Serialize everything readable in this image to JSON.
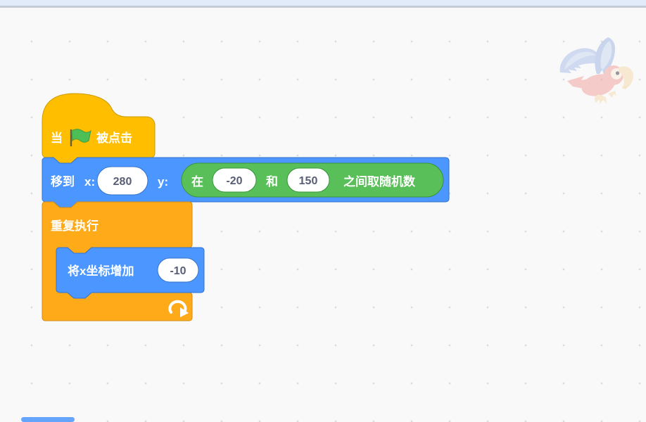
{
  "chrome": {
    "top_strip_color": "#e1ebfa",
    "top_line_color": "#c3cbd8",
    "scrollbar_color": "#4c97ff"
  },
  "workspace": {
    "background_color": "#f9f9f9",
    "dot_color": "#d9dcdf"
  },
  "colors": {
    "motion_fill": "#4c97ff",
    "motion_border": "#3373cc",
    "events_fill": "#ffbf00",
    "events_border": "#cc9900",
    "control_fill": "#ffab19",
    "control_border": "#cf8b17",
    "operators_fill": "#59c059",
    "operators_border": "#389438",
    "input_text": "#575e75",
    "flag_green": "#4cbf56"
  },
  "sprite": {
    "icon": "parrot-sprite"
  },
  "script": {
    "hat_block": {
      "label_before_flag": "当",
      "flag_icon": "green-flag-icon",
      "label_after_flag": "被点击"
    },
    "goto_block": {
      "label": "移到",
      "x_label": "x:",
      "x_value": "280",
      "y_label": "y:",
      "random_block": {
        "label_prefix": "在",
        "min_value": "-20",
        "label_middle": "和",
        "max_value": "150",
        "label_suffix": "之间取随机数"
      }
    },
    "forever_block": {
      "label": "重复执行",
      "loop_icon": "loop-arrow-icon",
      "change_x_block": {
        "label": "将x坐标增加",
        "value": "-10"
      }
    }
  }
}
